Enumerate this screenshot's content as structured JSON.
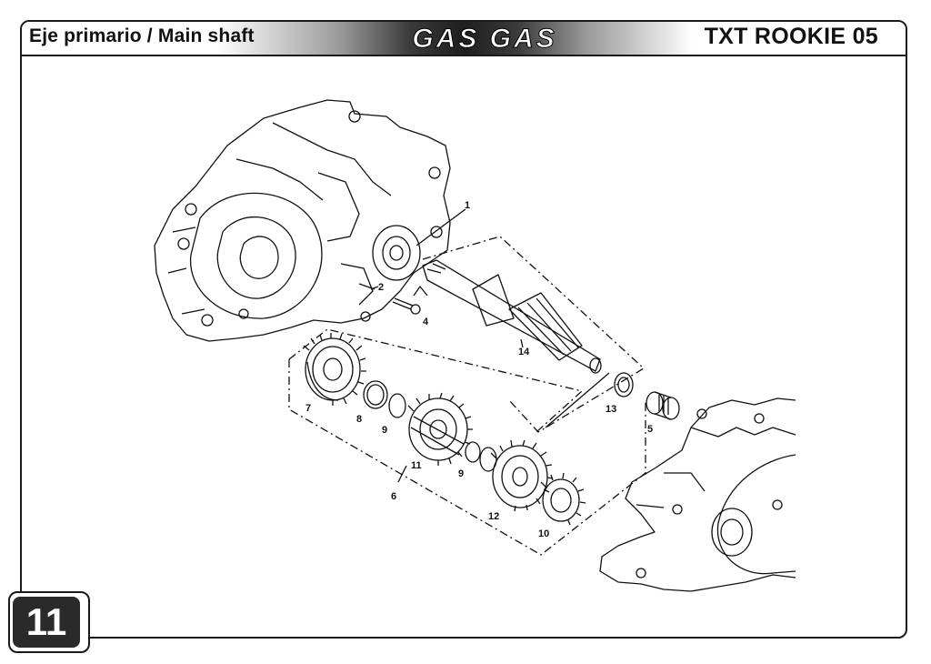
{
  "header": {
    "title_left": "Eje primario / Main shaft",
    "brand": "GAS GAS",
    "model": "TXT ROOKIE 05"
  },
  "page": {
    "number": "11"
  },
  "callouts": {
    "c1": "1",
    "c2": "2",
    "c4": "4",
    "c5": "5",
    "c6": "6",
    "c7": "7",
    "c8": "8",
    "c9a": "9",
    "c9b": "9",
    "c10": "10",
    "c11": "11",
    "c12": "12",
    "c13": "13",
    "c14": "14"
  },
  "colors": {
    "ink": "#111111",
    "header_dark": "#1e1e1e",
    "page_tab": "#2a2a2a"
  }
}
